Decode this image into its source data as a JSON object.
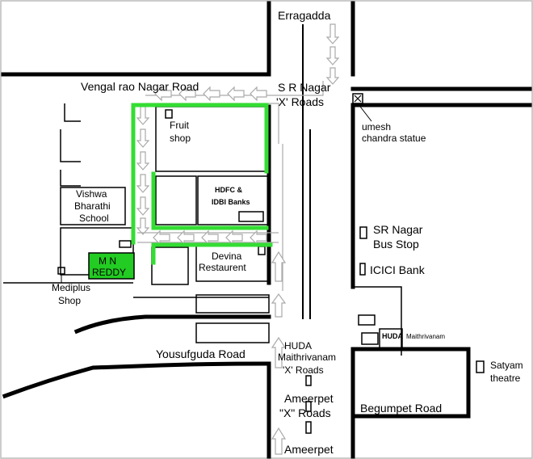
{
  "roads": {
    "erragadda": "Erragadda",
    "vengal_rao": "Vengal rao Nagar Road",
    "sr_nagar_x_roads_line1": "S R Nagar",
    "sr_nagar_x_roads_line2": "'X' Roads",
    "yousufguda": "Yousufguda Road",
    "huda_x_roads_line1": "HUDA",
    "huda_x_roads_line2": "Maithrivanam",
    "huda_x_roads_line3": "'X' Roads",
    "ameerpet_x_roads_line1": "Ameerpet",
    "ameerpet_x_roads_line2": "\"X\" Roads",
    "begumpet": "Begumpet Road",
    "ameerpet": "Ameerpet"
  },
  "places": {
    "fruit_shop_line1": "Fruit",
    "fruit_shop_line2": "shop",
    "umesh_line1": "umesh",
    "umesh_line2": "chandra statue",
    "hdfc_line1": "HDFC &",
    "hdfc_line2": "IDBI Banks",
    "school_line1": "Vishwa",
    "school_line2": "Bharathi",
    "school_line3": "School",
    "mn_reddy_line1": "M N",
    "mn_reddy_line2": "REDDY",
    "devina_line1": "Devina",
    "devina_line2": "Restaurent",
    "sr_bus_line1": "SR Nagar",
    "sr_bus_line2": "Bus Stop",
    "icici": "ICICI Bank",
    "mediplus_line1": "Mediplus",
    "mediplus_line2": "Shop",
    "huda_maithrivanam_1": "HUDA",
    "huda_maithrivanam_2": "Maithrivanam",
    "satyam_line1": "Satyam",
    "satyam_line2": "theatre"
  },
  "colors": {
    "route": "#33dd33",
    "destination_fill": "#22cc22",
    "direction_arrows": "#aaaaaa"
  }
}
